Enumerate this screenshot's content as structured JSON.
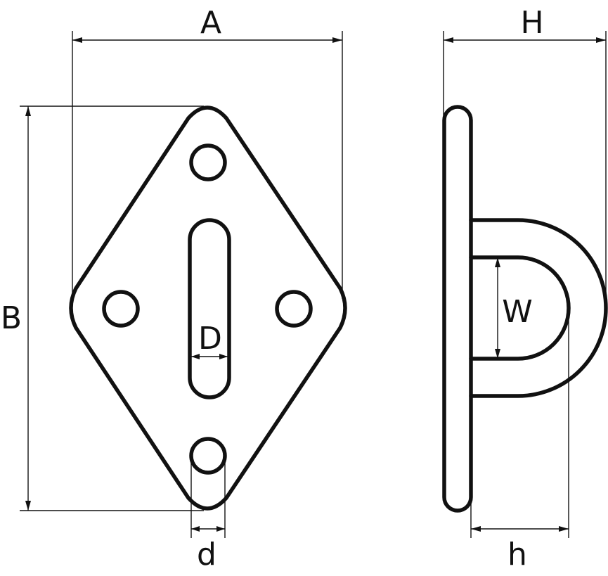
{
  "labels": {
    "a": "A",
    "b": "B",
    "h_upper": "H",
    "h_lower": "h",
    "d_upper": "D",
    "d_lower": "d",
    "w": "W"
  },
  "colors": {
    "line": "#111111",
    "background": "#ffffff"
  }
}
